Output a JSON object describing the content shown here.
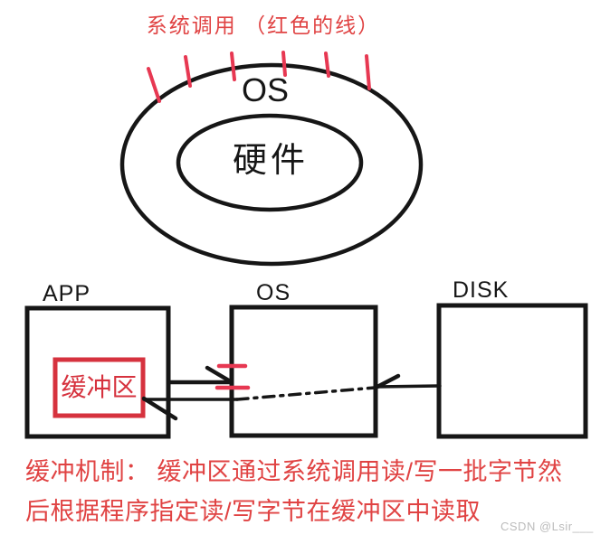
{
  "title": "系统调用 （红色的线）",
  "colors": {
    "ink": "#161616",
    "red_text": "#e04343",
    "red_line": "#e73852",
    "red_box": "#d6323e",
    "watermark_gray": "#bcbcbc"
  },
  "kernel_diagram": {
    "os_label": "OS",
    "hardware_label": "硬件",
    "syscall_tick_count": 6
  },
  "flow_diagram": {
    "app_label": "APP",
    "os_label": "OS",
    "disk_label": "DISK",
    "buffer_label": "缓冲区"
  },
  "caption": {
    "line1": "缓冲机制： 缓冲区通过系统调用读/写一批字节然",
    "line2": "后根据程序指定读/写字节在缓冲区中读取"
  },
  "watermark": "CSDN @Lsir___"
}
